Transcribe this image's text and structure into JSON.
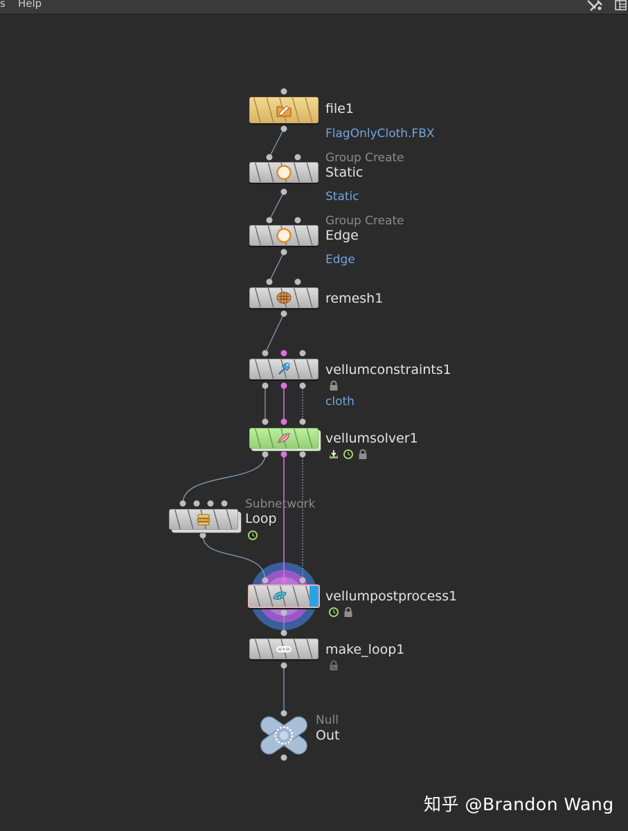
{
  "menu": {
    "item_partial": "s",
    "help": "Help"
  },
  "nodes": {
    "file1": {
      "name": "file1",
      "param": "FlagOnlyCloth.FBX"
    },
    "static": {
      "type": "Group Create",
      "name": "Static",
      "param": "Static"
    },
    "edge": {
      "type": "Group Create",
      "name": "Edge",
      "param": "Edge"
    },
    "remesh1": {
      "name": "remesh1"
    },
    "vellumconstraints1": {
      "name": "vellumconstraints1",
      "param": "cloth"
    },
    "vellumsolver1": {
      "name": "vellumsolver1"
    },
    "loop": {
      "type": "Subnetwork",
      "name": "Loop"
    },
    "vellumpostprocess1": {
      "name": "vellumpostprocess1"
    },
    "make_loop1": {
      "name": "make_loop1"
    },
    "out": {
      "type": "Null",
      "name": "Out"
    }
  },
  "colors": {
    "background": "#2b2b2b",
    "wire": "#7f9fbf",
    "wire_pink": "#d56ed6",
    "param_text": "#6fa6df",
    "display_flag": "#2aa3e6",
    "solver_node": "#a7e087",
    "file_node": "#ebc977"
  },
  "watermark": "知乎 @Brandon Wang"
}
